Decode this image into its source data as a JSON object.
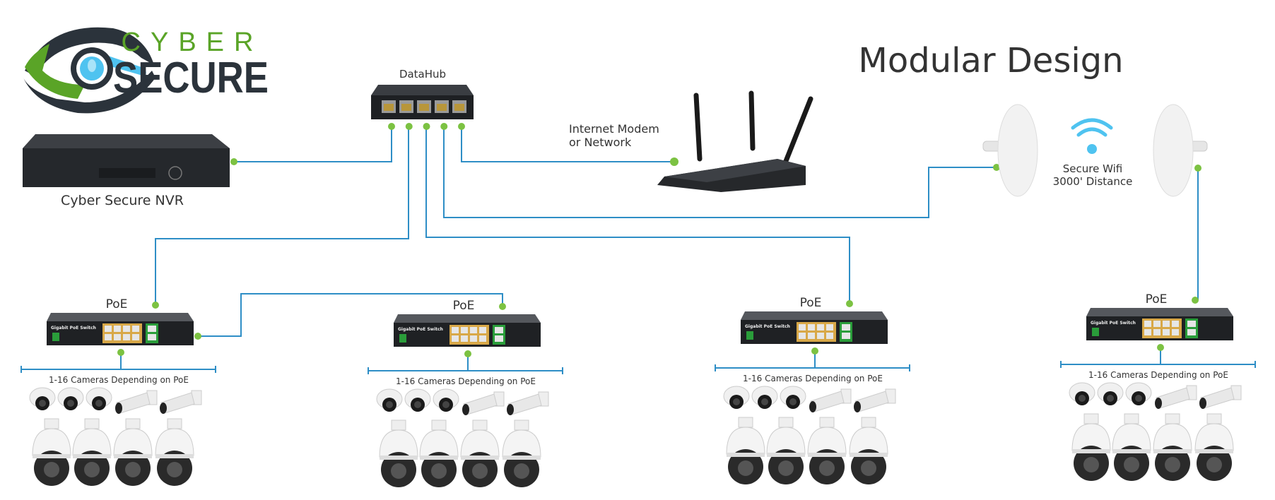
{
  "logo": {
    "line1": "CYBER",
    "line2": "SECURE"
  },
  "title": "Modular Design",
  "datahub": {
    "label": "DataHub"
  },
  "nvr": {
    "label": "Cyber Secure NVR"
  },
  "router": {
    "label_line1": "Internet Modem",
    "label_line2": "or Network"
  },
  "wifi": {
    "line1": "Secure Wifi",
    "line2": "3000' Distance"
  },
  "poe_groups": [
    {
      "label": "PoE",
      "switch_text": "Gigabit PoE Switch",
      "cameras_label": "1-16 Cameras Depending on PoE"
    },
    {
      "label": "PoE",
      "switch_text": "Gigabit PoE Switch",
      "cameras_label": "1-16 Cameras Depending on PoE"
    },
    {
      "label": "PoE",
      "switch_text": "Gigabit PoE Switch",
      "cameras_label": "1-16 Cameras Depending on PoE"
    },
    {
      "label": "PoE",
      "switch_text": "Gigabit PoE Switch",
      "cameras_label": "1-16 Cameras Depending on PoE"
    }
  ],
  "colors": {
    "line": "#2e8ec6",
    "dot": "#7cc242",
    "logo_green": "#5aa427",
    "logo_dark": "#2b333b",
    "wifi": "#4fc3f0"
  }
}
